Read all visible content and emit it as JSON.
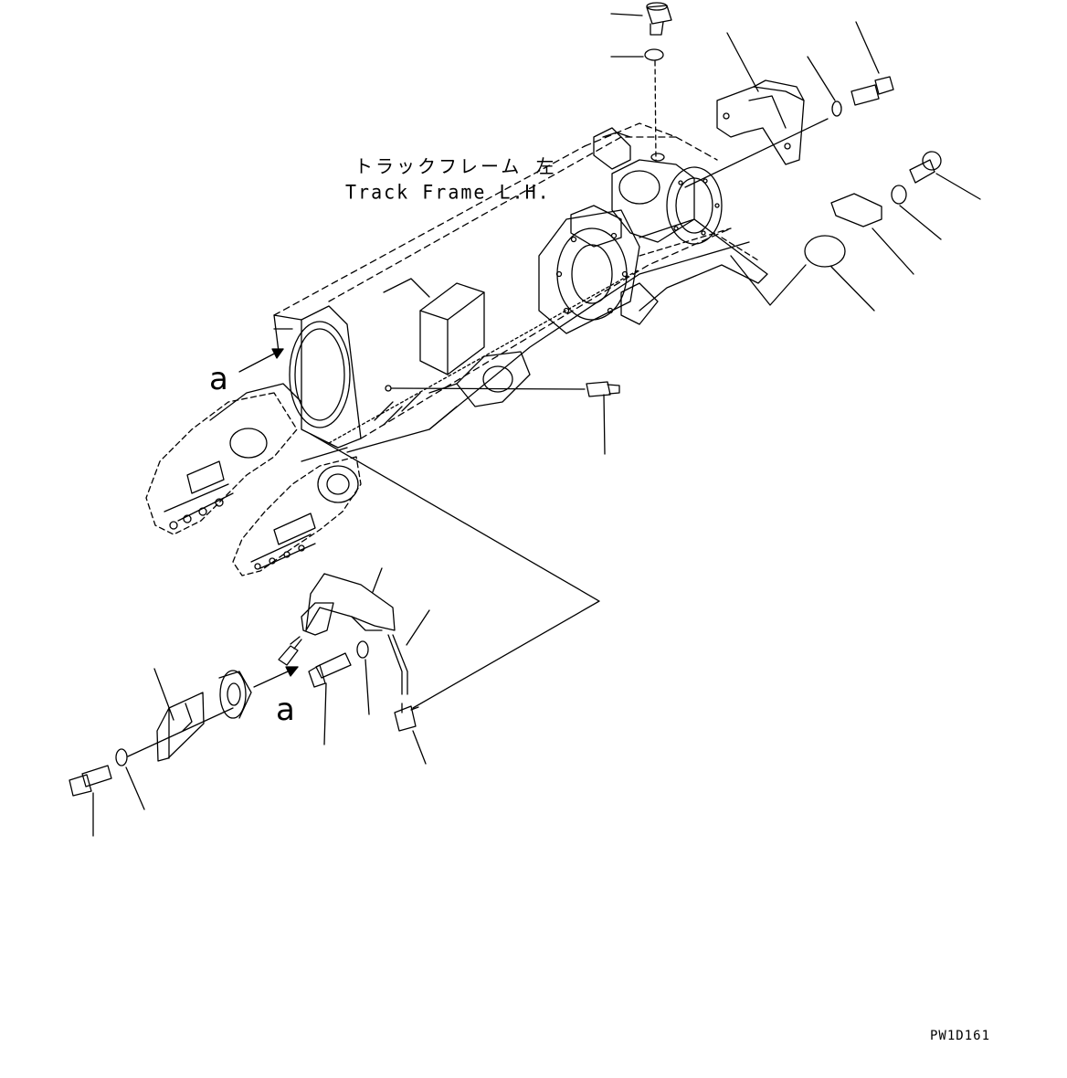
{
  "labels": {
    "frame_jp": "トラックフレーム 左",
    "frame_en": "Track Frame L.H.",
    "view_marker": "a",
    "drawing_number": "PW1D161"
  },
  "colors": {
    "ink": "#000000",
    "background": "#ffffff"
  }
}
